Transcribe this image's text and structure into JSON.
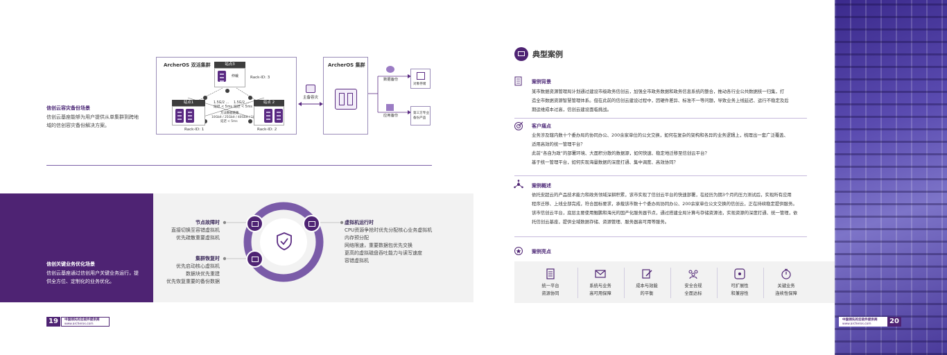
{
  "left_page": {
    "page_number": "19",
    "footer_line1": "中国领先的云软件提供商",
    "footer_line2": "www.archeros.com",
    "backup_scenario": {
      "title": "信创云容灾备份场景",
      "desc_line1": "信创云基座能够为用户提供从单集群到跨地",
      "desc_line2": "域的信创容灾备份解决方案。"
    },
    "diagram": {
      "dual_cluster_title": "ArcherOS 双活集群",
      "site3": "站点3",
      "arbiter": "仲裁",
      "rack3": "Rack-ID: 3",
      "site1": "站点1",
      "site2": "站点 2",
      "rack1": "Rack-ID: 1",
      "rack2": "Rack-ID: 2",
      "link_left_1": "1.5G/2 ...",
      "link_left_2": "延迟 < 5ms",
      "link_right_1": "1.5G/2 ...",
      "link_right_2": "延迟 < 5ms",
      "center_label_1": "方法数据链路",
      "center_label_2": "10Gbit / 25Gbit / 40Gbit / 100Gbit",
      "center_label_3": "延迟 < 5ms",
      "primary_backup": "主备容灾",
      "archeros_cluster": "ArcherOS 集群",
      "data_backup": "数据备份",
      "object_storage": "对象存储",
      "app_backup": "应用备份",
      "third_party_1": "第三方专业",
      "third_party_2": "备份产品"
    },
    "business_scenario": {
      "title": "信创关键业务优化场景",
      "desc_line1": "信创云基座通过信创用户关键业务运行，提",
      "desc_line2": "供全方位、定制化的业务优化。"
    },
    "cycle": {
      "node_fault_title": "节点故障时",
      "node_fault_1": "直接切换至容错虚拟机",
      "node_fault_2": "优先疏散重要虚拟机",
      "cluster_recovery_title": "集群恢复时",
      "cluster_recovery_1": "优先启动核心虚拟机",
      "cluster_recovery_2": "数据块优先重建",
      "cluster_recovery_3": "优先恢复重要的备份数据",
      "vm_running_title": "虚拟机运行时",
      "vm_running_1": "CPU资源争抢时优先分配核心业务虚拟机",
      "vm_running_2": "内存预分配",
      "vm_running_3": "网络限速，重要数据包优先交换",
      "vm_running_4": "更高的虚拟磁盘吞吐能力与读写速度",
      "vm_running_5": "容错虚拟机"
    }
  },
  "right_page": {
    "page_number": "20",
    "footer_line1": "中国领先的云软件提供商",
    "footer_line2": "www.archeros.com",
    "title": "典型案例",
    "background": {
      "heading": "案例背景",
      "p1": "某市数据资源管理局计划通过建设市级政务信创云，加强全市政务数据和政务信息系统的整合，推动各行业公共数据统一归集，打",
      "p2": "造全市数据资源智慧管理体系。但在此前的信创云建设过程中，因硬件差异、标准不一等问题，导致业务上线延迟、运行不稳定及后",
      "p3": "期运维成本过高，信创云建设面临挑战。"
    },
    "pain_points": {
      "heading": "客户痛点",
      "p1": "业务涉及辖内数十个委办局的协同办公、200余家单位的公文交换，如何在复杂的架构和各异的业务逻辑上，梳理出一套广泛覆盖、",
      "p2": "适用高效的统一管理平台？",
      "p3": "此前“各自为政”的部署环境、大面积分散的数据源，如何快速、稳定地迁移至信创云平台？",
      "p4": "基于统一管理平台，如何实现海量数据的深度打通、集中调度、高效协同？"
    },
    "overview": {
      "heading": "案例概述",
      "p1": "依托安超云的产品技术能力和政务领域深耕积累，该市实现了信创云平台的快速部署，在经历为期3个月的压力测试后，实现所有应用",
      "p2": "程序迁移、上线全部完成，符合国标要求，承载该市数十个委办局协同办公、200余家单位公文交换的信创云，正在持续稳定提供服务。",
      "p3": "该市信创云平台，底层主要使用鲲鹏和海光的国产化服务器节点，通过搭建全局计算与存储资源池，实现资源的深度打通、统一管理，依",
      "p4": "托信创云基座，提供全域数据存储、资源管理、服务器高可用等服务。"
    },
    "highlights": {
      "heading": "案例亮点",
      "items": [
        {
          "l1": "统一平台",
          "l2": "资源协同"
        },
        {
          "l1": "系统与业务",
          "l2": "高可用保障"
        },
        {
          "l1": "成本与效能",
          "l2": "的平衡"
        },
        {
          "l1": "安全合规",
          "l2": "全面达标"
        },
        {
          "l1": "可扩展性",
          "l2": "和兼容性"
        },
        {
          "l1": "关键业务",
          "l2": "连续性保障"
        }
      ]
    }
  },
  "colors": {
    "brand_purple": "#5a2a82",
    "dark_purple": "#4e2373",
    "ring": "#7a5ba8",
    "light_gray": "#f2f2f2"
  }
}
